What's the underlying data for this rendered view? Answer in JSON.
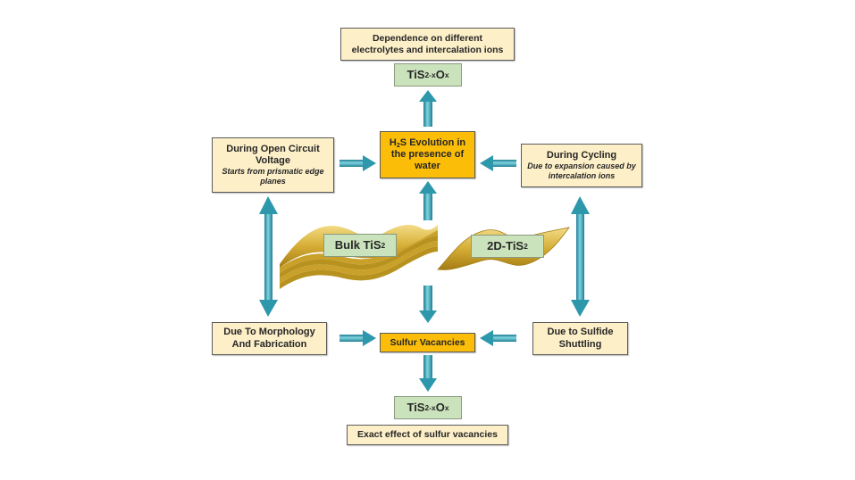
{
  "diagram": {
    "top_note": {
      "line1": "Dependence on different",
      "line2": "electrolytes and intercalation ions"
    },
    "top_product": {
      "base": "TiS",
      "sub": "2-x",
      "mid": "O",
      "sub2": "x"
    },
    "center_top": {
      "pre": "H",
      "sub": "2",
      "post": "S Evolution in",
      "line2": "the presence of",
      "line3": "water"
    },
    "left_top": {
      "title1": "During Open Circuit",
      "title2": "Voltage",
      "note1": "Starts from prismatic edge",
      "note2": "planes"
    },
    "right_top": {
      "title": "During Cycling",
      "note1": "Due to expansion caused by",
      "note2": "intercalation ions"
    },
    "bulk": {
      "base": "Bulk TiS",
      "sub": "2"
    },
    "two_d": {
      "base": "2D-TiS",
      "sub": "2"
    },
    "left_bottom": {
      "line1": "Due To Morphology",
      "line2": "And Fabrication"
    },
    "center_bottom": {
      "label": "Sulfur Vacancies"
    },
    "right_bottom": {
      "line1": "Due to Sulfide",
      "line2": "Shuttling"
    },
    "bottom_product": {
      "base": "TiS",
      "sub": "2-x",
      "mid": "O",
      "sub2": "x"
    },
    "bottom_note": {
      "label": "Exact effect of sulfur vacancies"
    }
  },
  "colors": {
    "cream": "#fdefc8",
    "orange": "#fbbd08",
    "green": "#cbe3bc",
    "arrow": "#3fa6b8",
    "sheet": "#d9b23a"
  }
}
